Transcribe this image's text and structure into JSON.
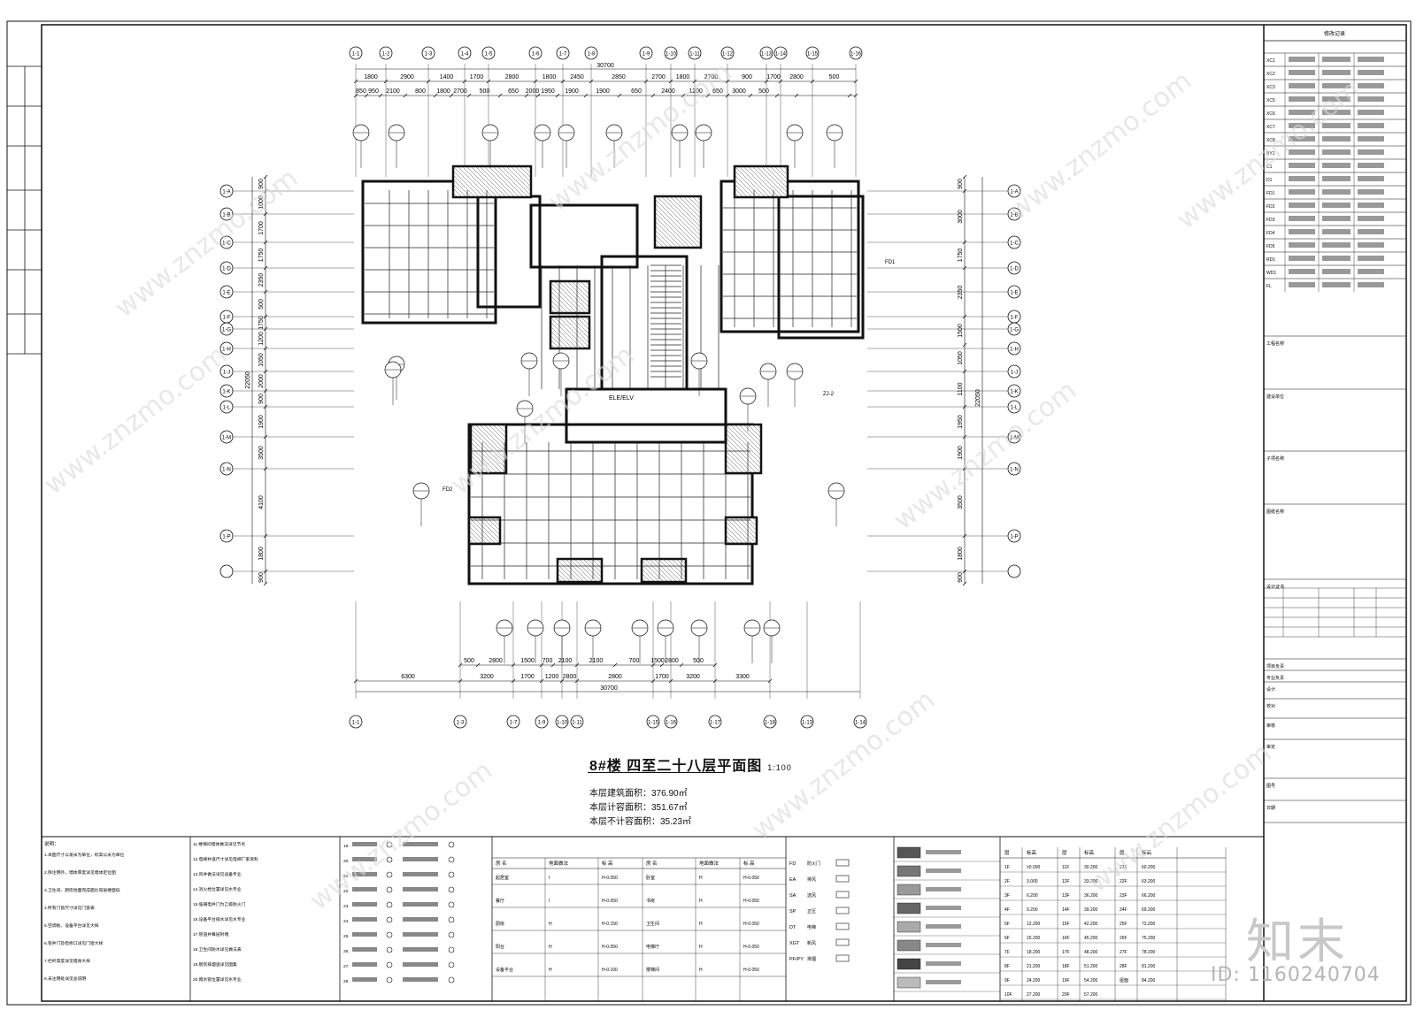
{
  "drawing": {
    "title": "8#楼  四至二十八层平面图",
    "scale": "1:100",
    "areas": [
      {
        "label": "本层建筑面积：",
        "value": "376.90㎡"
      },
      {
        "label": "本层计容面积：",
        "value": "351.67㎡"
      },
      {
        "label": "本层不计容面积：",
        "value": "35.23㎡"
      }
    ],
    "overall_dim": "30700"
  },
  "top_axes": [
    "1-1",
    "1-2",
    "1-3",
    "1-4",
    "1-5",
    "1-6",
    "1-7",
    "1-8",
    "1-9",
    "1-10",
    "1-11",
    "1-12",
    "1-13",
    "1-14",
    "1-15",
    "1-16"
  ],
  "top_dims": [
    "1800",
    "2900",
    "1400",
    "1700",
    "2800",
    "1800",
    "2450",
    "2850",
    "2700",
    "1800",
    "2700",
    "900",
    "1700",
    "2800",
    "500"
  ],
  "top_dims2": [
    "850",
    "950",
    "2100",
    "800",
    "1800",
    "2700",
    "500",
    "650",
    "2000",
    "1950",
    "1900",
    "1900",
    "650",
    "2400",
    "1200",
    "650",
    "3000",
    "500"
  ],
  "bottom_axes": [
    "1-1",
    "1-3",
    "1-7",
    "1-9",
    "1-10",
    "1-11",
    "1-15",
    "1-16",
    "1-17",
    "1-18",
    "1-13",
    "1-14",
    "1-16"
  ],
  "bottom_dims": [
    "6300",
    "3200",
    "1700",
    "1200",
    "2800",
    "2800",
    "1700",
    "3200",
    "3300"
  ],
  "bottom_dims2": [
    "500",
    "2800",
    "1500",
    "700",
    "2100",
    "2100",
    "700",
    "1500",
    "2800",
    "500"
  ],
  "left_axes": [
    "1-A",
    "1-B",
    "1-C",
    "1-D",
    "1-E",
    "1-F",
    "1-G",
    "1-H",
    "1-J",
    "1-K",
    "1-L",
    "1-M",
    "1-N",
    "1-P"
  ],
  "left_dims": [
    "900",
    "1000",
    "1700",
    "1750",
    "2350",
    "500",
    "1750",
    "1200",
    "1050",
    "2000",
    "900",
    "1900",
    "3500",
    "4100",
    "1800",
    "900"
  ],
  "left_total": "22050",
  "right_total": "22050",
  "right_dims": [
    "900",
    "3000",
    "1750",
    "2350",
    "1500",
    "1050",
    "1100",
    "1950",
    "1900",
    "3500",
    "1800",
    "900"
  ],
  "floor_labels": [
    "ELE/ELV",
    "FD1",
    "FD2",
    "ZJ-2"
  ],
  "notes_left_title": "说明：",
  "notes_left": [
    "1.本图尺寸以毫米为单位，标高以米为单位",
    "2.除注明外，墙体厚度详见墙体定位图",
    "3.卫生间、厨房地面完成面比同层楼面低",
    "4.所有门窗尺寸详见门窗表",
    "5.空调板、设备平台详见大样",
    "6.管井门及检修口详见门窗大样",
    "7.栏杆高度详见墙身大样",
    "8.未注明处详见总说明"
  ],
  "notes_mid": [
    "11.楼梯间墙体做法详见节点",
    "12.电梯井道尺寸详见电梯厂家资料",
    "13.风井做法详见设备专业",
    "14.消火栓位置详见水专业",
    "15.强弱电井门为乙级防火门",
    "16.设备平台排水详见水专业",
    "17.管道井每层封堵",
    "18.卫生间防水详见做法表",
    "19.厨房排烟道详见图集",
    "20.雨水管位置详见水专业"
  ],
  "legend_headers": [
    "房 名",
    "地面做法",
    "标 高",
    "房 名",
    "地面做法",
    "标 高"
  ],
  "legend_rows": [
    [
      "起居室",
      "I",
      "H-0.050",
      "卧室",
      "H",
      "H-0.050"
    ],
    [
      "餐厅",
      "I",
      "H-0.050",
      "书房",
      "H",
      "H-0.050"
    ],
    [
      "厨房",
      "H",
      "H-0.150",
      "卫生间",
      "H",
      "H-0.050"
    ],
    [
      "阳台",
      "H",
      "H-0.050",
      "电梯厅",
      "H",
      "H-0.050"
    ],
    [
      "设备平台",
      "H",
      "H-0.100",
      "楼梯间",
      "H",
      "H-0.050"
    ]
  ],
  "symbols": [
    [
      "FD",
      "防火门"
    ],
    [
      "EA",
      "排风"
    ],
    [
      "SA",
      "送风"
    ],
    [
      "SP",
      "正压"
    ],
    [
      "DT",
      "电梯"
    ],
    [
      "XGT",
      "新风"
    ],
    [
      "PF/PY",
      "排烟"
    ]
  ],
  "elev_headers": [
    "层",
    "标高",
    "层",
    "标高",
    "层",
    "标高"
  ],
  "elev_rows": [
    [
      "1F",
      "±0.000",
      "11F",
      "30.200",
      "21F",
      "60.200"
    ],
    [
      "2F",
      "3.000",
      "12F",
      "33.200",
      "22F",
      "63.200"
    ],
    [
      "3F",
      "6.200",
      "13F",
      "36.200",
      "23F",
      "66.200"
    ],
    [
      "4F",
      "9.200",
      "14F",
      "39.200",
      "24F",
      "69.200"
    ],
    [
      "5F",
      "12.200",
      "15F",
      "42.200",
      "25F",
      "72.200"
    ],
    [
      "6F",
      "15.200",
      "16F",
      "45.200",
      "26F",
      "75.200"
    ],
    [
      "7F",
      "18.200",
      "17F",
      "48.200",
      "27F",
      "78.200"
    ],
    [
      "8F",
      "21.200",
      "18F",
      "51.200",
      "28F",
      "81.200"
    ],
    [
      "9F",
      "24.200",
      "19F",
      "54.200",
      "屋面",
      "84.200"
    ],
    [
      "10F",
      "27.200",
      "20F",
      "57.200",
      "",
      ""
    ]
  ],
  "titleblock": {
    "header": "修改记录",
    "rows": [
      "XC1",
      "XC2",
      "XC3",
      "XC5",
      "XC6",
      "XC7",
      "XC8",
      "BY1",
      "C1",
      "D1",
      "FD1",
      "FD2",
      "FD3",
      "FD4",
      "FD5",
      "RD1",
      "WD1",
      "FL"
    ],
    "fields": [
      "工程名称",
      "建设单位",
      "子项名称",
      "图纸名称",
      "设计证书",
      "项目负责",
      "专业负责",
      "设计",
      "校对",
      "审核",
      "审定",
      "图号",
      "日期"
    ]
  },
  "watermark": {
    "site": "www.znzmo.com",
    "brand": "知末",
    "id": "ID: 1160240704"
  }
}
